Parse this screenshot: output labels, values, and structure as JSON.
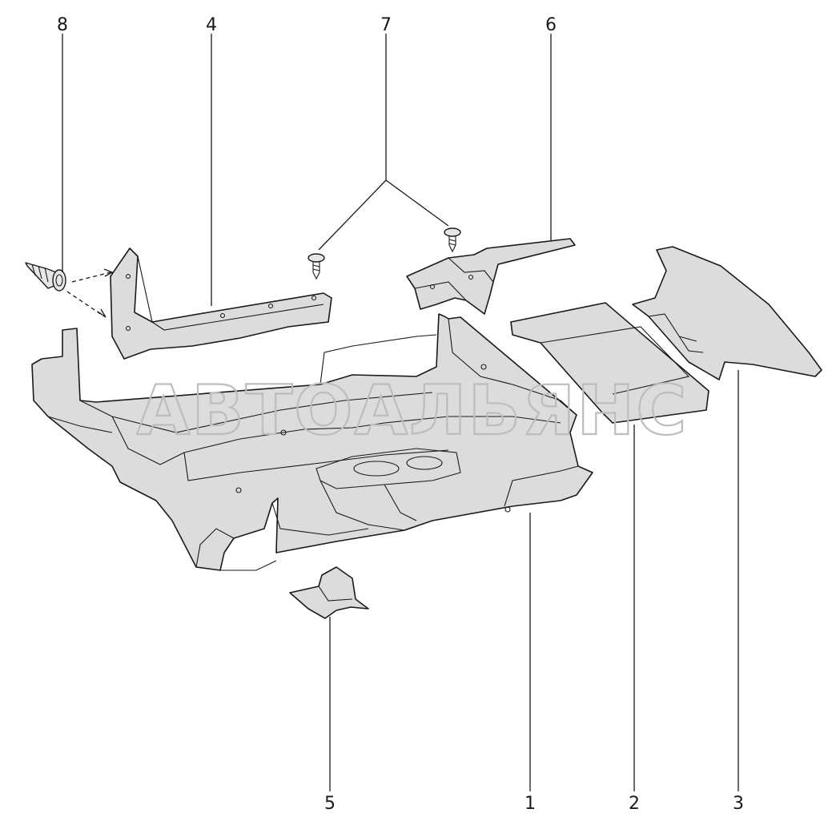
{
  "diagram": {
    "callouts": {
      "c1": "1",
      "c2": "2",
      "c3": "3",
      "c4": "4",
      "c5": "5",
      "c6": "6",
      "c7": "7",
      "c8": "8"
    },
    "watermark": "АВТОАЛЬЯНС",
    "colors": {
      "line": "#1a1a1a",
      "fill": "#dcdcdc",
      "watermark": "#bdbdbd"
    }
  }
}
